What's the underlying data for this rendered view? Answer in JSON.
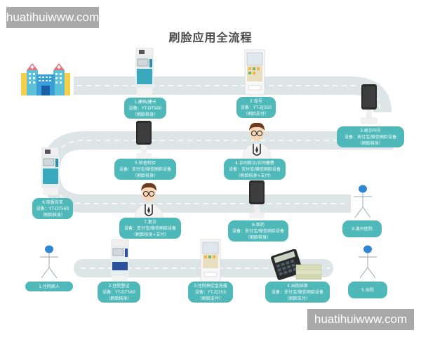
{
  "title": "刷脸应用全流程",
  "watermarks": [
    "huatihuiwww.com",
    "huatihuiwww.com"
  ],
  "colors": {
    "bubble": "#4fb8b9",
    "road": "#dde5e7",
    "road_dash": "#ffffff",
    "stick_head": "#2e86d4"
  },
  "steps": {
    "s1": {
      "title": "1.建档/建卡",
      "device": "设备：YT-DT560",
      "mode": "（刷脸核身）"
    },
    "s2": {
      "title": "2.挂号",
      "device": "设备：YT-ZJ350",
      "mode": "（刷脸支付）"
    },
    "s3": {
      "title": "3.候诊叫号",
      "device": "设备：支付宝/微信刷脸设备",
      "mode": "（刷脸核身）"
    },
    "s4": {
      "title": "4.诊间就诊/诊间缴费",
      "device": "设备：支付宝/微信刷脸设备",
      "mode": "（刷脸核身+支付）"
    },
    "s5": {
      "title": "5.检查检验",
      "device": "设备：支付宝/微信刷脸设备",
      "mode": "（刷脸核身）"
    },
    "s6": {
      "title": "6.取报告单",
      "device": "设备：YT-DT560",
      "mode": "（刷脸核身）"
    },
    "s7": {
      "title": "7.复诊",
      "device": "设备：支付宝/微信刷脸设备",
      "mode": "（刷脸核身+支付）"
    },
    "s8": {
      "title": "8.取药",
      "device": "设备：支付宝/微信刷脸设备",
      "mode": "（刷脸核身）"
    },
    "s9": {
      "title": "9.离开医院"
    }
  },
  "inpatient": {
    "i1": {
      "title": "1.住院病人"
    },
    "i2": {
      "title": "2.住院登记",
      "device": "设备：YT-DT560",
      "mode": "（刷脸核身）"
    },
    "i3": {
      "title": "3.住院预交金充值",
      "device": "设备：YT-ZJ350",
      "mode": "（刷脸支付）"
    },
    "i4": {
      "title": "4.出院结算",
      "device": "设备：支付宝/微信刷脸设备",
      "mode": "（刷脸支付）"
    },
    "i5": {
      "title": "5.出院"
    }
  }
}
